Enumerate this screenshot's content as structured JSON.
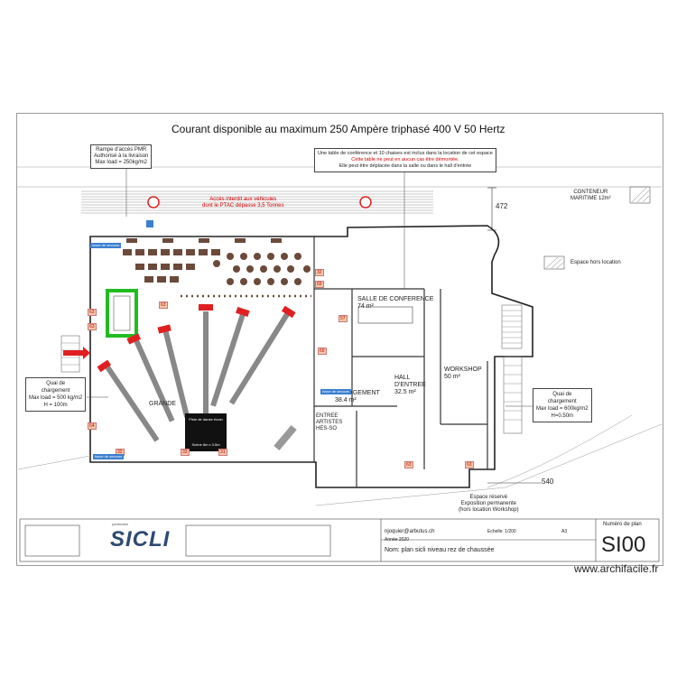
{
  "header": {
    "title": "Courant disponible au maximum 250 Ampère triphasé 400 V 50 Hertz"
  },
  "notes": {
    "ramp": {
      "line1": "Rampe d'accès PMR",
      "line2": "Authorisé à la livraison",
      "line3": "Max load = 250kg/m2"
    },
    "conference_table": {
      "line1": "Une table de conférence et 10 chaises est inclus dans la location de cet espace",
      "line2": "Cette table ne peut en aucun cas être démontée.",
      "line3": "Elle peut être déplacée dans la salle ou dans le hall d'entrée"
    },
    "vehicles": {
      "line1": "Accès interdit aux véhicules",
      "line2": "dont le PTAC dépasse 3,5 Tonnes"
    },
    "quai_left": {
      "line1": "Quai de",
      "line2": "chargement",
      "line3": "Max load = 500 kg/m2",
      "line4": "H = 100m"
    },
    "quai_right": {
      "line1": "Quai de",
      "line2": "chargement",
      "line3": "Max load = 600kg/m2",
      "line4": "H=0.50m"
    },
    "espace_reserve": {
      "line1": "Espace réservé",
      "line2": "Exposition permanente",
      "line3": "(hors location Workshop)"
    }
  },
  "legend": {
    "hors_location": "Espace hors location",
    "conteneur_line1": "CONTENEUR",
    "conteneur_line2": "MARITIME 12m²"
  },
  "dimensions": {
    "d472": "472",
    "d540": "540"
  },
  "rooms": {
    "salle_conference": {
      "name": "SALLE DE CONFERENCE",
      "area": "74 m²"
    },
    "hall": {
      "line1": "HALL",
      "line2": "D'ENTREE",
      "area": "32.5 m²"
    },
    "workshop": {
      "name": "WORKSHOP",
      "area": "50 m²"
    },
    "degagement": {
      "name": "DEGAGEMENT",
      "area": "38.4 m²"
    },
    "entree": {
      "line1": "ENTREE",
      "line2": "ARTISTES",
      "line3": "HES-SO"
    },
    "grande_salle": "GRANDE"
  },
  "stage": {
    "top_label": "Piste de danse écran",
    "bottom_label": "Scène 8m x 3.5m"
  },
  "tags": {
    "t1": "32",
    "t2": "32",
    "t3": "33",
    "t4": "63",
    "t5": "63",
    "t6": "63",
    "t7": "69",
    "t8": "69",
    "t9": "57",
    "t10": "63",
    "t11": "31",
    "t12": "63",
    "t13": "64"
  },
  "blue_tags": {
    "b1": "Issue de secours",
    "b2": "Issue de secours",
    "b3": "Issue de secours"
  },
  "title_block": {
    "brand": "SICLI",
    "brand_small": "partenaire",
    "email": "njoquier@arbutus.ch",
    "echelle": "Echelle: 1/200",
    "format": "A3",
    "annee": "Année 2020",
    "nom": "Nom: plan sicli niveau rez de chaussée",
    "numero_label": "Numéro de plan",
    "numero": "SI00"
  },
  "footer": {
    "watermark": "www.archifacile.fr"
  },
  "colors": {
    "accent_red": "#e02020",
    "stage_black": "#111111",
    "chair_brown": "#6b4a3a",
    "green": "#22bb22",
    "blue": "#3b7fd0"
  }
}
